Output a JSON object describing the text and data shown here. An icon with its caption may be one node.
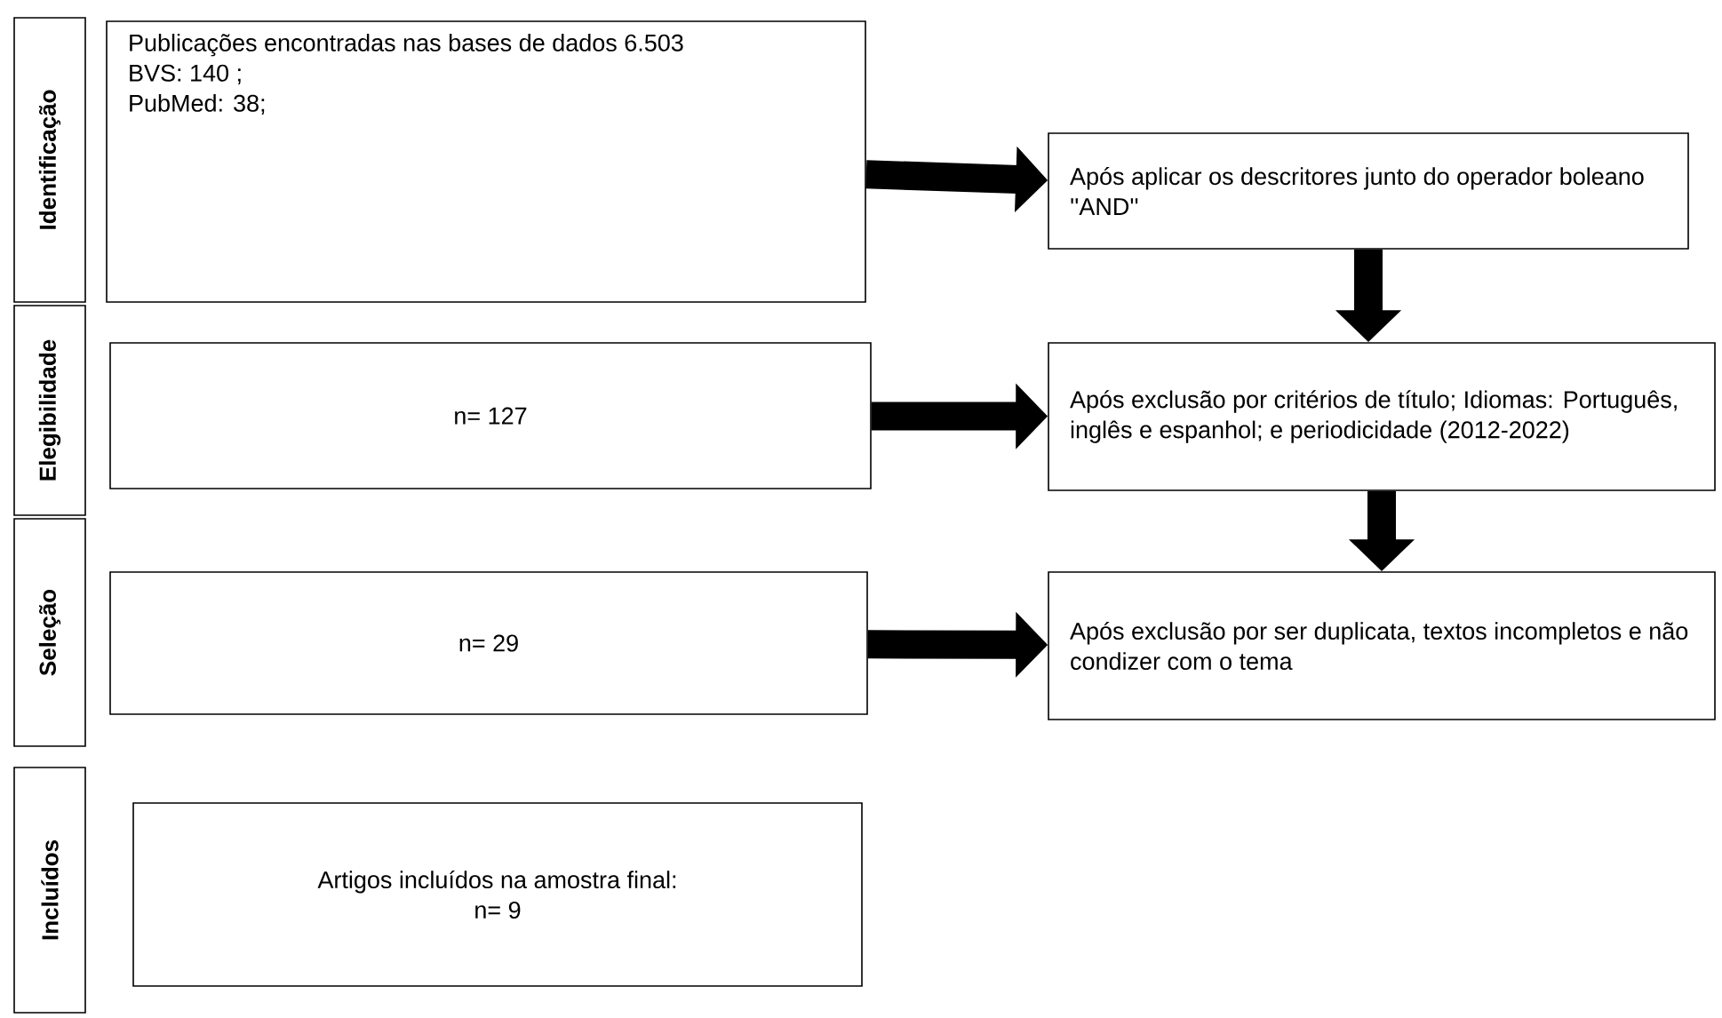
{
  "diagram": {
    "nodes": [
      {
        "text": [
          "Identificação"
        ]
      },
      {
        "text": [
          "Elegibilidade"
        ]
      },
      {
        "text": [
          "Seleção"
        ]
      },
      {
        "text": [
          "Incluídos"
        ]
      },
      {
        "text": [
          "Publicações encontradas nas bases de dados 6.503",
          "BVS: 140 ;",
          "PubMed: 38;"
        ]
      },
      {
        "text": [
          "Após aplicar os descritores junto do operador boleano ''AND''"
        ]
      },
      {
        "text": [
          "n= 127"
        ]
      },
      {
        "text": [
          "Após exclusão por critérios de título; Idiomas: Português, inglês e espanhol; e periodicidade (2012-2022)"
        ]
      },
      {
        "text": [
          "n= 29"
        ]
      },
      {
        "text": [
          "Após exclusão por ser duplicata, textos incompletos e não condizer com o tema"
        ]
      },
      {
        "text": [
          "Artigos incluídos na amostra final:",
          "n= 9"
        ]
      }
    ],
    "edges": [
      {
        "from": 4,
        "to": 5,
        "arrow": "to"
      },
      {
        "from": 5,
        "to": 7,
        "arrow": "to"
      },
      {
        "from": 6,
        "to": 7,
        "arrow": "to"
      },
      {
        "from": 7,
        "to": 9,
        "arrow": "to"
      },
      {
        "from": 8,
        "to": 9,
        "arrow": "to"
      }
    ]
  }
}
